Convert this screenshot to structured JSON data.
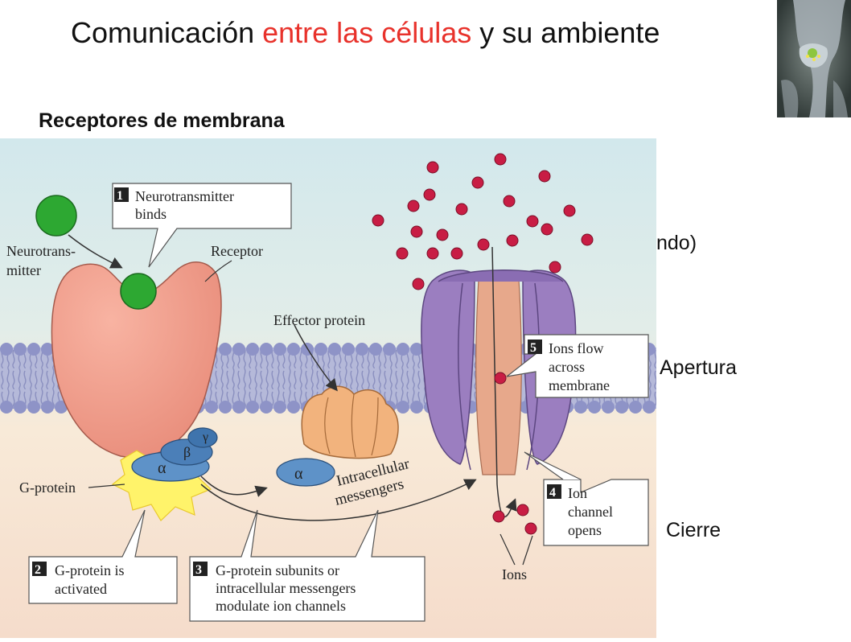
{
  "header": {
    "title_part1": "Comunicación ",
    "title_part2": "entre las células",
    "title_part3": " y su ambiente",
    "accent_color": "#e8322b"
  },
  "subtitle": "Receptores de membrana",
  "side_labels": {
    "partial": "ndo)",
    "apertura": "Apertura",
    "cierre": "Cierre"
  },
  "diagram": {
    "labels": {
      "neurotransmitter_line1": "Neurotrans-",
      "neurotransmitter_line2": "mitter",
      "receptor": "Receptor",
      "effector_protein": "Effector protein",
      "g_protein": "G-protein",
      "alpha": "α",
      "beta": "β",
      "gamma": "γ",
      "alpha2": "α",
      "intracellular_line1": "Intracellular",
      "intracellular_line2": "messengers",
      "ions": "Ions"
    },
    "steps": [
      {
        "number": "1",
        "line1": "Neurotransmitter",
        "line2": "binds",
        "line3": ""
      },
      {
        "number": "2",
        "line1": "G-protein is",
        "line2": "activated",
        "line3": ""
      },
      {
        "number": "3",
        "line1": "G-protein subunits or",
        "line2": "intracellular messengers",
        "line3": "modulate ion channels"
      },
      {
        "number": "4",
        "line1": "Ion",
        "line2": "channel",
        "line3": "opens"
      },
      {
        "number": "5",
        "line1": "Ions flow",
        "line2": "across",
        "line3": "membrane"
      }
    ]
  }
}
